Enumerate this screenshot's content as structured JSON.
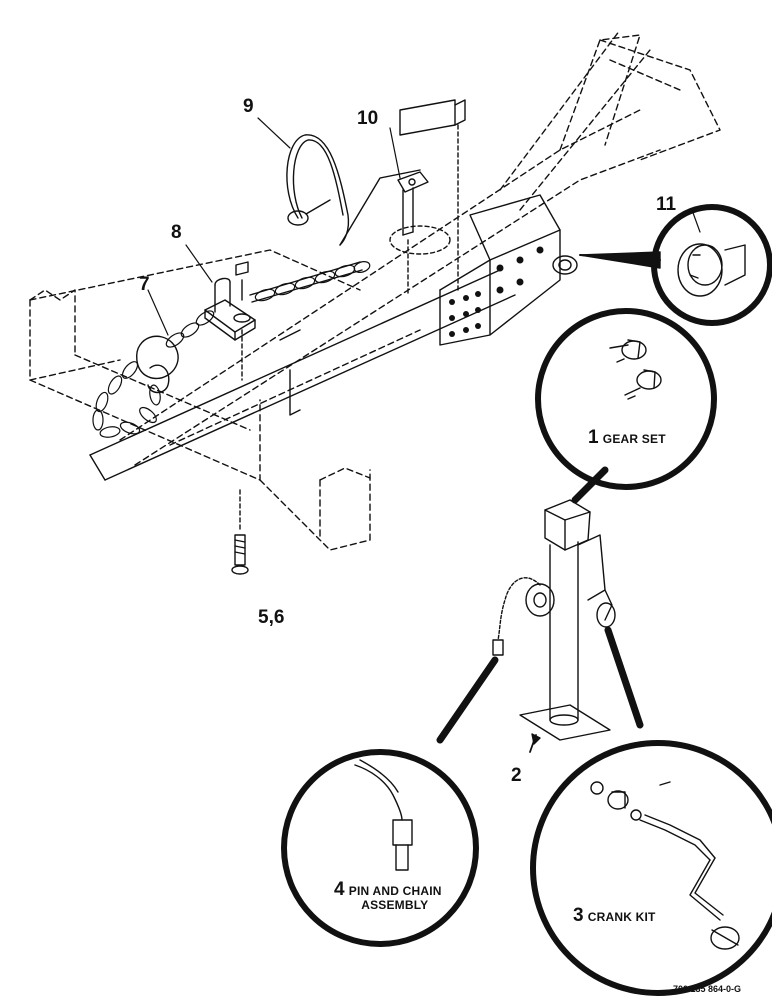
{
  "callouts": {
    "c1_num": "1",
    "c1_text": "GEAR SET",
    "c2": "2",
    "c3_num": "3",
    "c3_text": "CRANK KIT",
    "c4_num": "4",
    "c4_text_line1": "PIN AND CHAIN",
    "c4_text_line2": "ASSEMBLY",
    "c56": "5,6",
    "c7": "7",
    "c8": "8",
    "c9": "9",
    "c10": "10",
    "c11": "11"
  },
  "drawing_code": "700 135 864-0-G"
}
